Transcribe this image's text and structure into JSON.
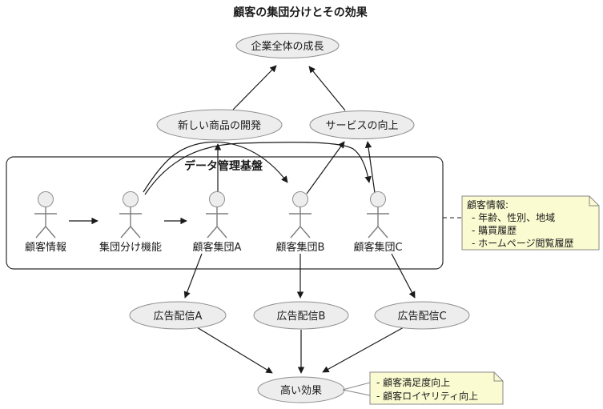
{
  "title": "顧客の集団分けとその効果",
  "frame": {
    "label": "データ管理基盤"
  },
  "nodes": {
    "growth": "企業全体の成長",
    "product": "新しい商品の開発",
    "service": "サービスの向上",
    "actor_info": "顧客情報",
    "actor_func": "集団分け機能",
    "actor_a": "顧客集団A",
    "actor_b": "顧客集団B",
    "actor_c": "顧客集団C",
    "ad_a": "広告配信A",
    "ad_b": "広告配信B",
    "ad_c": "広告配信C",
    "effect": "高い効果"
  },
  "notes": {
    "customer_info": {
      "lines": [
        "顧客情報:",
        "- 年齢、性別、地域",
        "- 購買履歴",
        "- ホームページ閲覧履歴"
      ]
    },
    "effect": {
      "lines": [
        "- 顧客満足度向上",
        "- 顧客ロイヤリティ向上"
      ]
    }
  },
  "edges": [
    {
      "from": "顧客情報",
      "to": "集団分け機能"
    },
    {
      "from": "集団分け機能",
      "to": "顧客集団A"
    },
    {
      "from": "集団分け機能",
      "to": "顧客集団B"
    },
    {
      "from": "集団分け機能",
      "to": "顧客集団C"
    },
    {
      "from": "顧客集団A",
      "to": "新しい商品の開発"
    },
    {
      "from": "顧客集団B",
      "to": "サービスの向上"
    },
    {
      "from": "顧客集団C",
      "to": "サービスの向上"
    },
    {
      "from": "新しい商品の開発",
      "to": "企業全体の成長"
    },
    {
      "from": "サービスの向上",
      "to": "企業全体の成長"
    },
    {
      "from": "顧客集団A",
      "to": "広告配信A"
    },
    {
      "from": "顧客集団B",
      "to": "広告配信B"
    },
    {
      "from": "顧客集団C",
      "to": "広告配信C"
    },
    {
      "from": "広告配信A",
      "to": "高い効果"
    },
    {
      "from": "広告配信B",
      "to": "高い効果"
    },
    {
      "from": "広告配信C",
      "to": "高い効果"
    }
  ],
  "colors": {
    "node_fill": "#ededed",
    "node_stroke": "#8f8f8f",
    "note_fill": "#fbfbd1",
    "note_stroke": "#888888",
    "edge": "#1a1a1a",
    "text": "#1a1a1a"
  }
}
